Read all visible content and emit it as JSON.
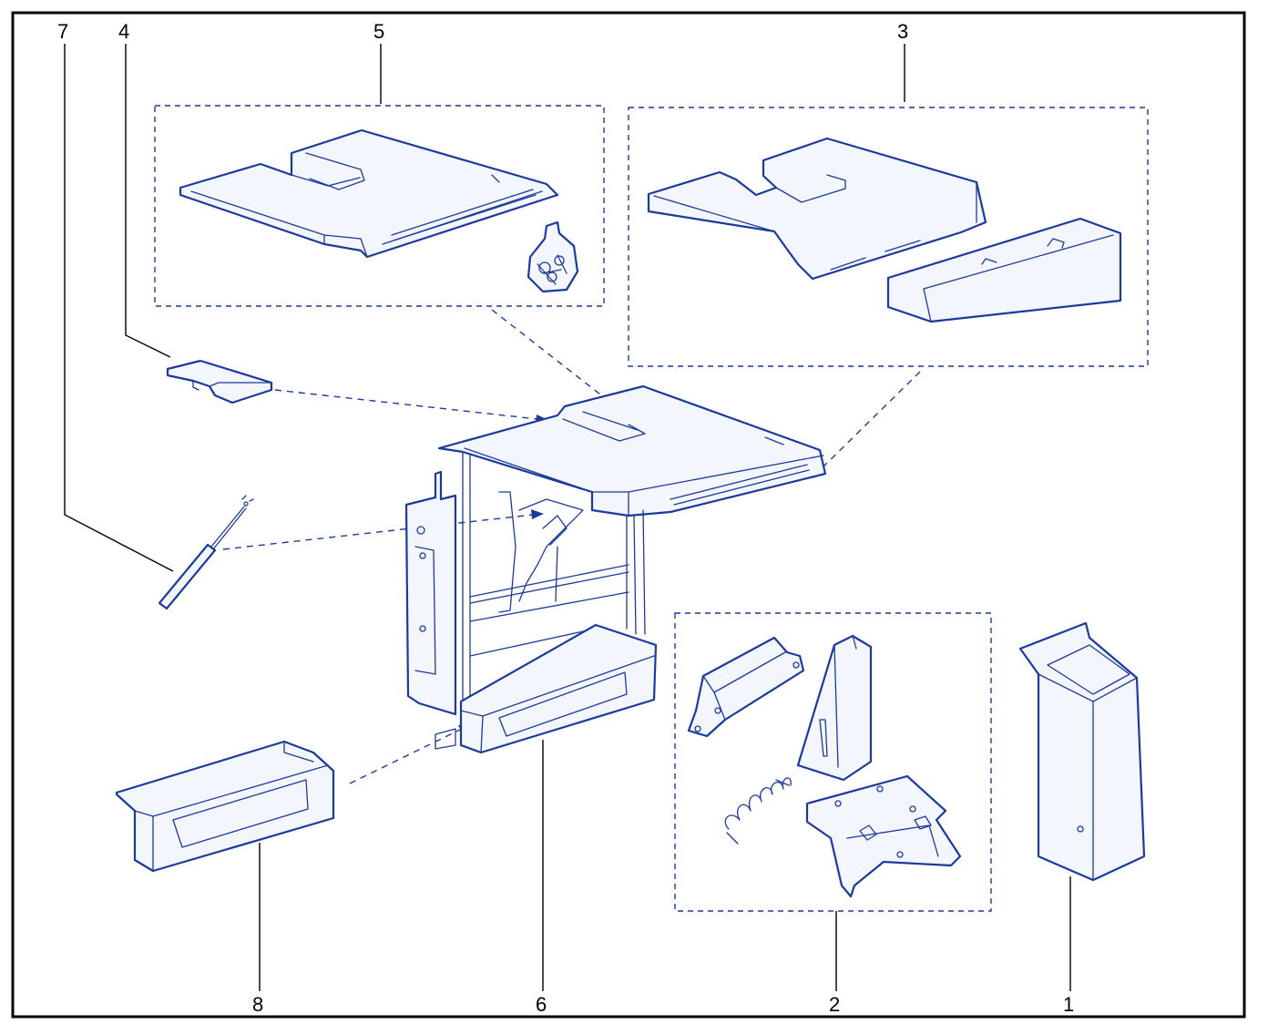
{
  "callouts": {
    "c1": "1",
    "c2": "2",
    "c3": "3",
    "c4": "4",
    "c5": "5",
    "c6": "6",
    "c7": "7",
    "c8": "8"
  },
  "colors": {
    "line": "#1c3a9c",
    "frame": "#000000",
    "fill": "#f3f6fc"
  }
}
